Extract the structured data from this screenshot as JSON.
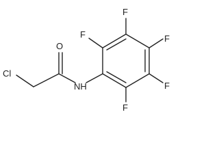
{
  "molecule": {
    "atoms": {
      "cl": "Cl",
      "o": "O",
      "nh": "NH",
      "f_left": "F",
      "f_top": "F",
      "f_right_top": "F",
      "f_right_bottom": "F",
      "f_bottom": "F"
    }
  },
  "colors": {
    "ink": "#222222",
    "background": "#ffffff"
  }
}
